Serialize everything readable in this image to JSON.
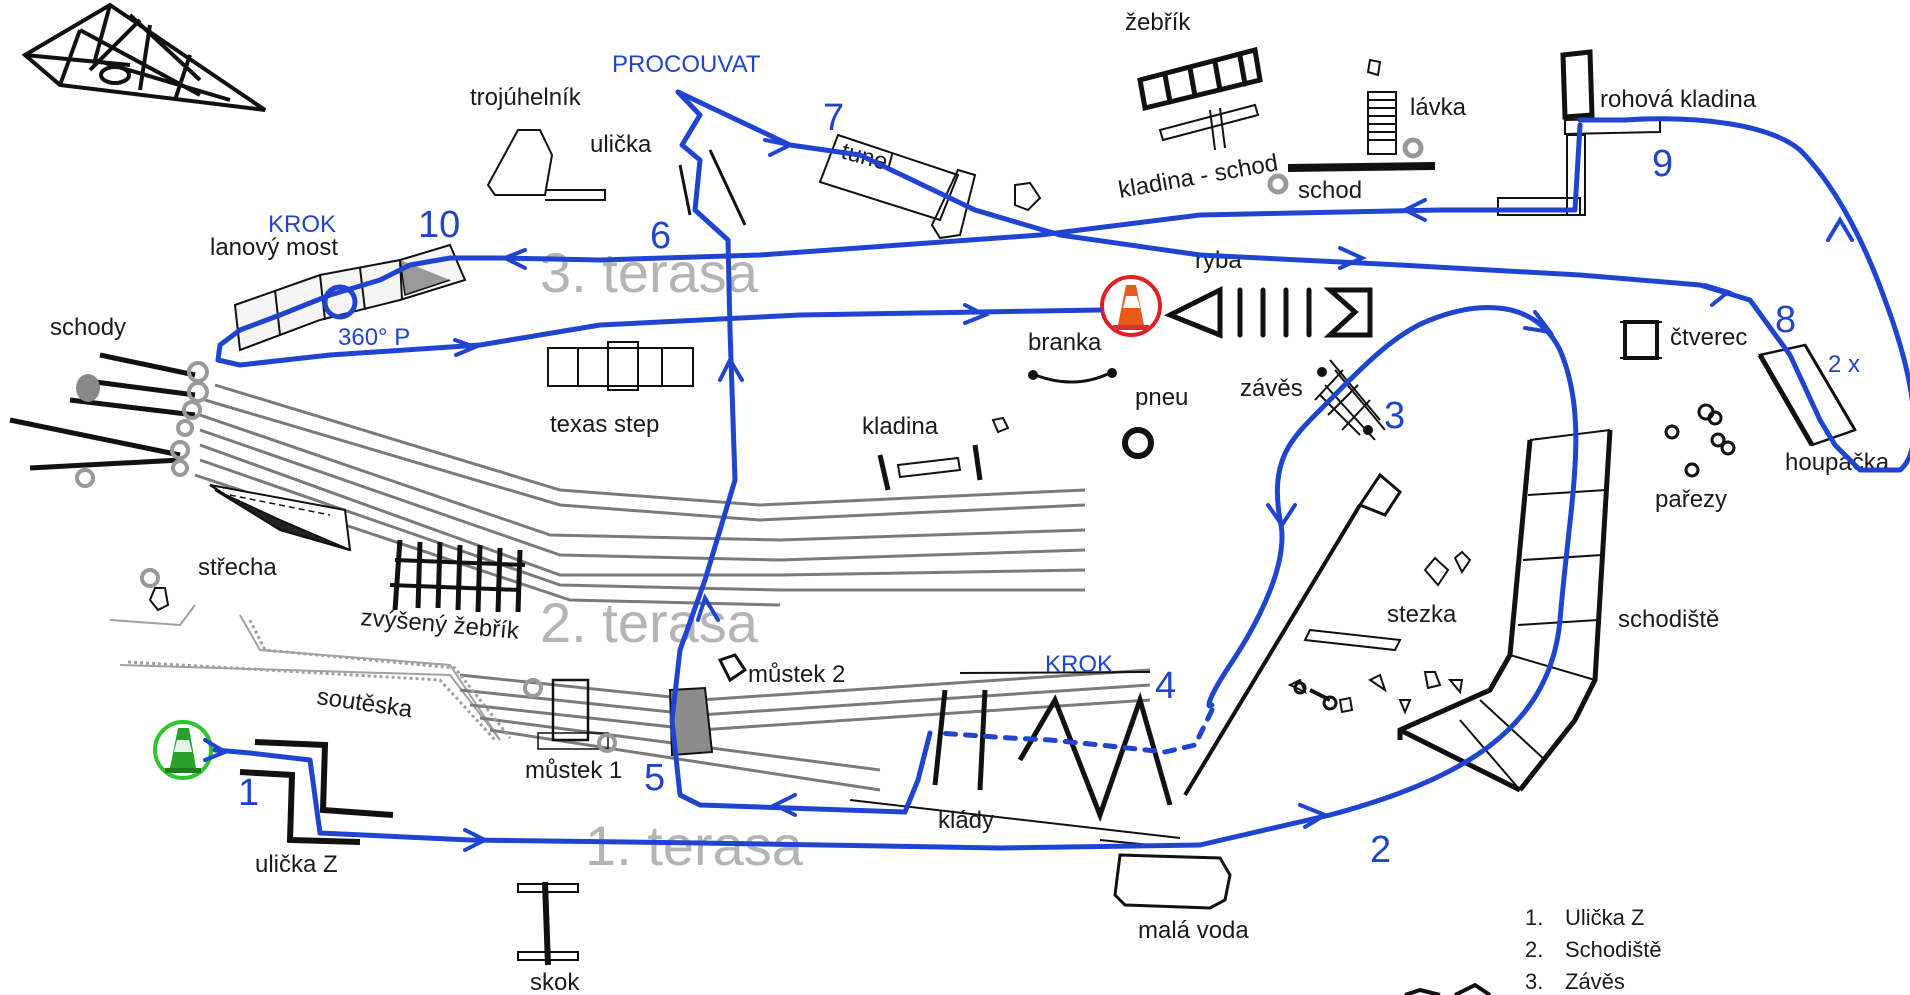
{
  "map": {
    "terraces": [
      "3. terasa",
      "2. terasa",
      "1. terasa"
    ],
    "route_annotations": {
      "procouvat": "PROCOUVAT",
      "krok_top": "KROK",
      "krok_bottom": "KROK",
      "turn_360": "360° P",
      "times_2": "2 x"
    },
    "station_numbers": [
      "1",
      "2",
      "3",
      "4",
      "5",
      "6",
      "7",
      "8",
      "9",
      "10"
    ],
    "obstacles": {
      "zebrik": "žebřík",
      "lavka": "lávka",
      "rohova_kladina": "rohová kladina",
      "trojuhelnik": "trojúhelník",
      "ulicka": "ulička",
      "tunel": "tunel",
      "kladina_schod": "kladina - schod",
      "schod": "schod",
      "lanovy_most": "lanový most",
      "ryba": "ryba",
      "schody": "schody",
      "ctverec": "čtverec",
      "branka": "branka",
      "texas_step": "texas step",
      "zaves": "závěs",
      "pneu": "pneu",
      "kladina": "kladina",
      "houpacka": "houpačka",
      "parezy": "pařezy",
      "strecha": "střecha",
      "stezka": "stezka",
      "schodiste": "schodiště",
      "zvyseny_zebrik": "zvýšený žebřík",
      "mustek_2": "můstek 2",
      "souteska": "soutěska",
      "mustek_1": "můstek 1",
      "klady": "klády",
      "ulicka_z": "ulička Z",
      "mala_voda": "malá voda",
      "skok": "skok"
    },
    "legend": [
      "Ulička Z",
      "Schodiště",
      "Závěs"
    ],
    "colors": {
      "route": "#1f45d0",
      "start_cone": "#2fc52f",
      "finish_cone": "#e02020",
      "terrace_text": "#b4b4b4"
    },
    "icons": [
      "start-cone-icon",
      "finish-cone-icon",
      "tent-logo-icon"
    ]
  }
}
